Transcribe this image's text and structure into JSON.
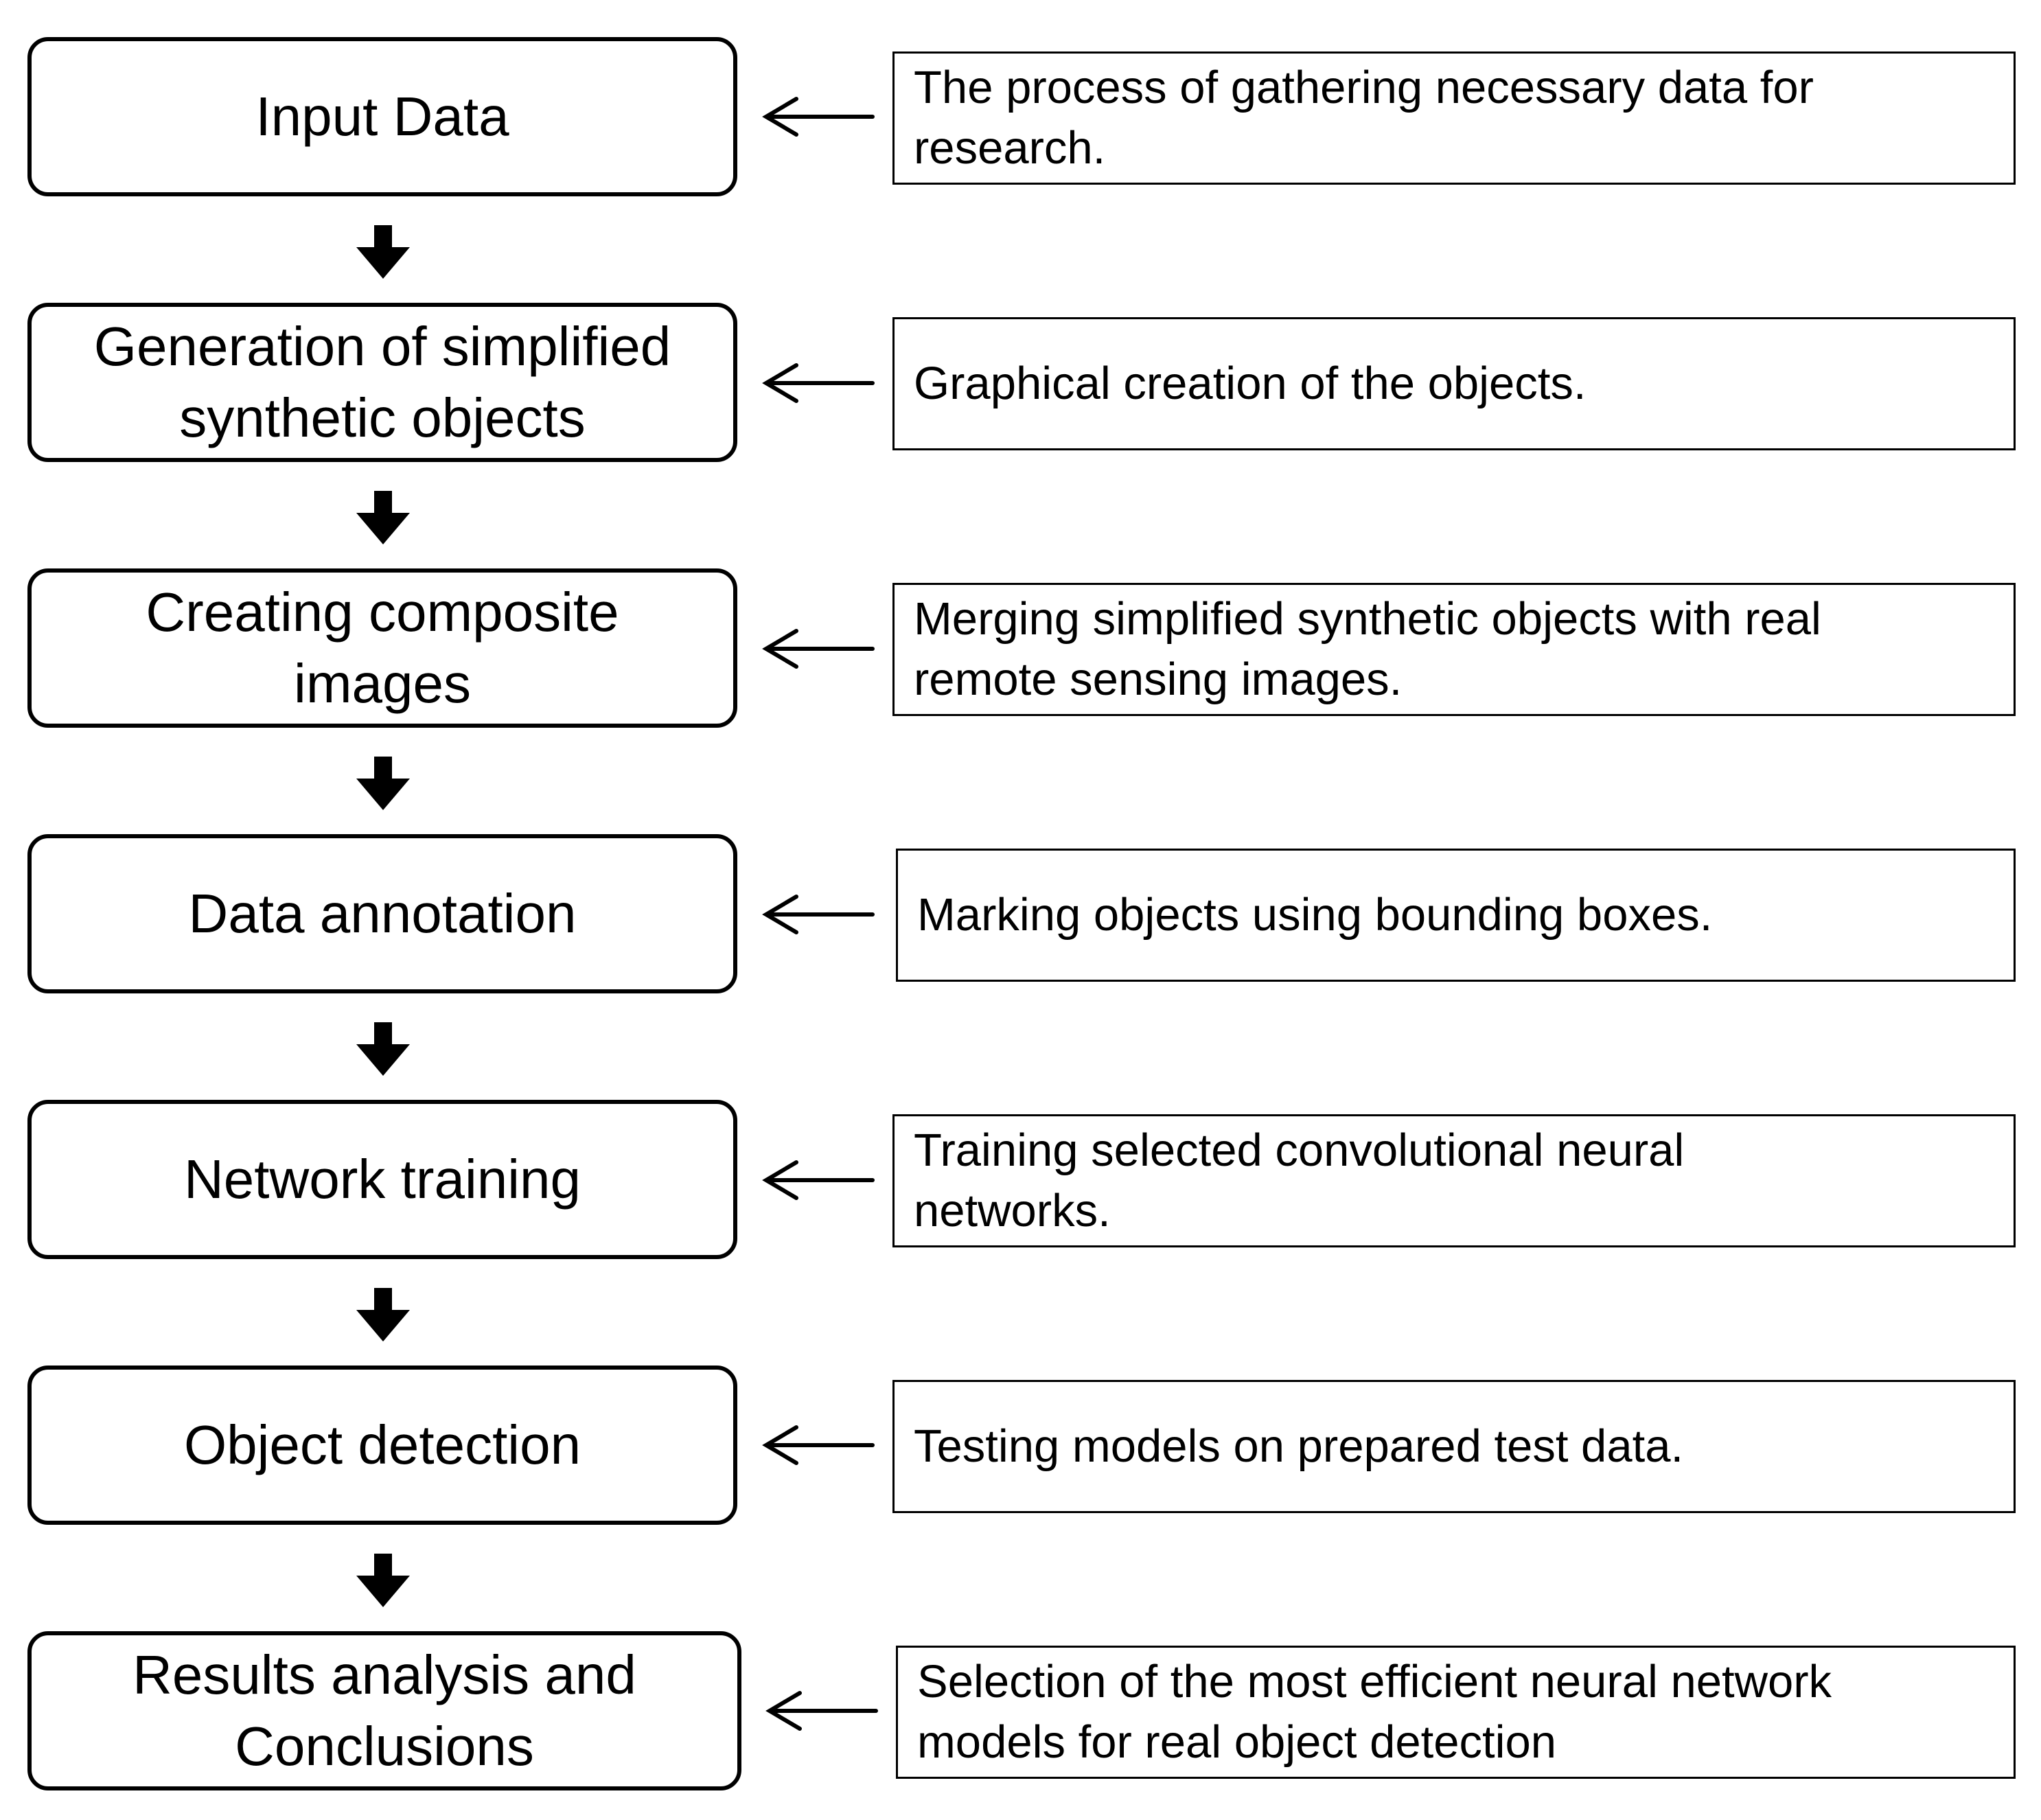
{
  "steps": [
    {
      "label": "Input Data",
      "description": "The process of gathering necessary data for\nresearch."
    },
    {
      "label": "Generation of simplified\nsynthetic objects",
      "description": "Graphical creation of the objects."
    },
    {
      "label": "Creating composite\nimages",
      "description": "Merging simplified synthetic objects with real\nremote sensing images."
    },
    {
      "label": "Data annotation",
      "description": "Marking objects using bounding boxes."
    },
    {
      "label": "Network training",
      "description": "Training selected convolutional neural\nnetworks."
    },
    {
      "label": "Object detection",
      "description": "Testing models on prepared test data."
    },
    {
      "label": "Results analysis and\nConclusions",
      "description": "Selection of the most efficient neural network\nmodels for real object detection"
    }
  ]
}
